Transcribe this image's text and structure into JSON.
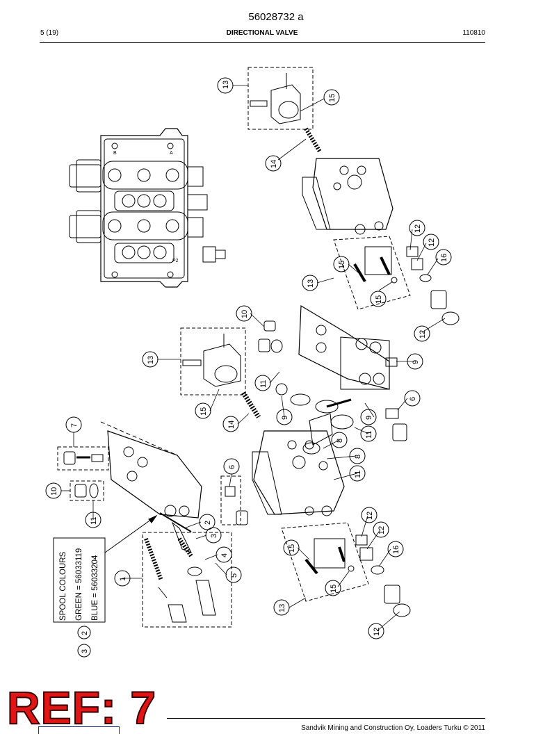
{
  "header": {
    "document_number": "56028732 a",
    "page": "5 (19)",
    "title": "DIRECTIONAL VALVE",
    "code": "110810"
  },
  "footer": {
    "copyright": "Sandvik Mining and Construction Oy, Loaders Turku © 2011"
  },
  "stamp": {
    "text": "REF: 7",
    "color": "#e01616"
  },
  "spool_note": {
    "title": "SPOOL COLOURS",
    "green": "GREEN = 56033119",
    "blue": "BLUE = 56033204"
  },
  "assembly_labels": {
    "port_b": "B",
    "port_a": "A",
    "port_p2": "P2"
  },
  "callouts": {
    "c13a": "13",
    "c15a": "15",
    "c14a": "14",
    "c12a": "12",
    "c12b": "12",
    "c16a": "16",
    "c15b": "15",
    "c13b": "13",
    "c15c": "15",
    "c12c": "12",
    "c10a": "10",
    "c13c": "13",
    "c11a": "11",
    "c15d": "15",
    "c14b": "14",
    "c9a": "9",
    "c9b": "9",
    "c6a": "6",
    "c9c": "9",
    "c11b": "11",
    "c8a": "8",
    "c8b": "8",
    "c11c": "11",
    "c7": "7",
    "c10b": "10",
    "c11d": "11",
    "c6b": "6",
    "c2a": "2",
    "c3a": "3",
    "c4": "4",
    "c5": "5",
    "c1": "1",
    "c12d": "12",
    "c12e": "12",
    "c16b": "16",
    "c15e": "15",
    "c15f": "15",
    "c13d": "13",
    "c12f": "12",
    "c2b": "2",
    "c3b": "3"
  }
}
